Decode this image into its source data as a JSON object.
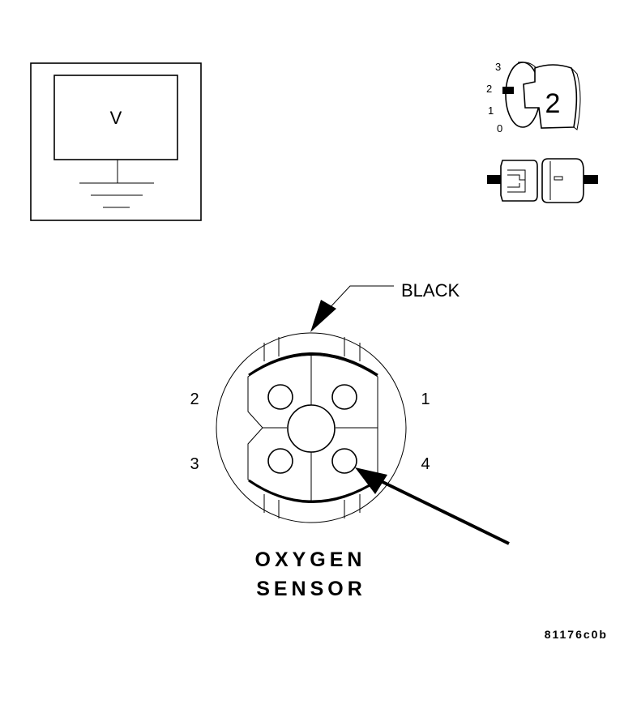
{
  "meter": {
    "unit_label": "V"
  },
  "ignition_switch": {
    "positions": [
      "3",
      "2",
      "1",
      "0"
    ],
    "key_number": "2"
  },
  "sensor": {
    "wire_color_label": "BLACK",
    "pins": {
      "p1": "1",
      "p2": "2",
      "p3": "3",
      "p4": "4"
    },
    "title_line1": "OXYGEN",
    "title_line2": "SENSOR"
  },
  "figure_id": "81176c0b"
}
